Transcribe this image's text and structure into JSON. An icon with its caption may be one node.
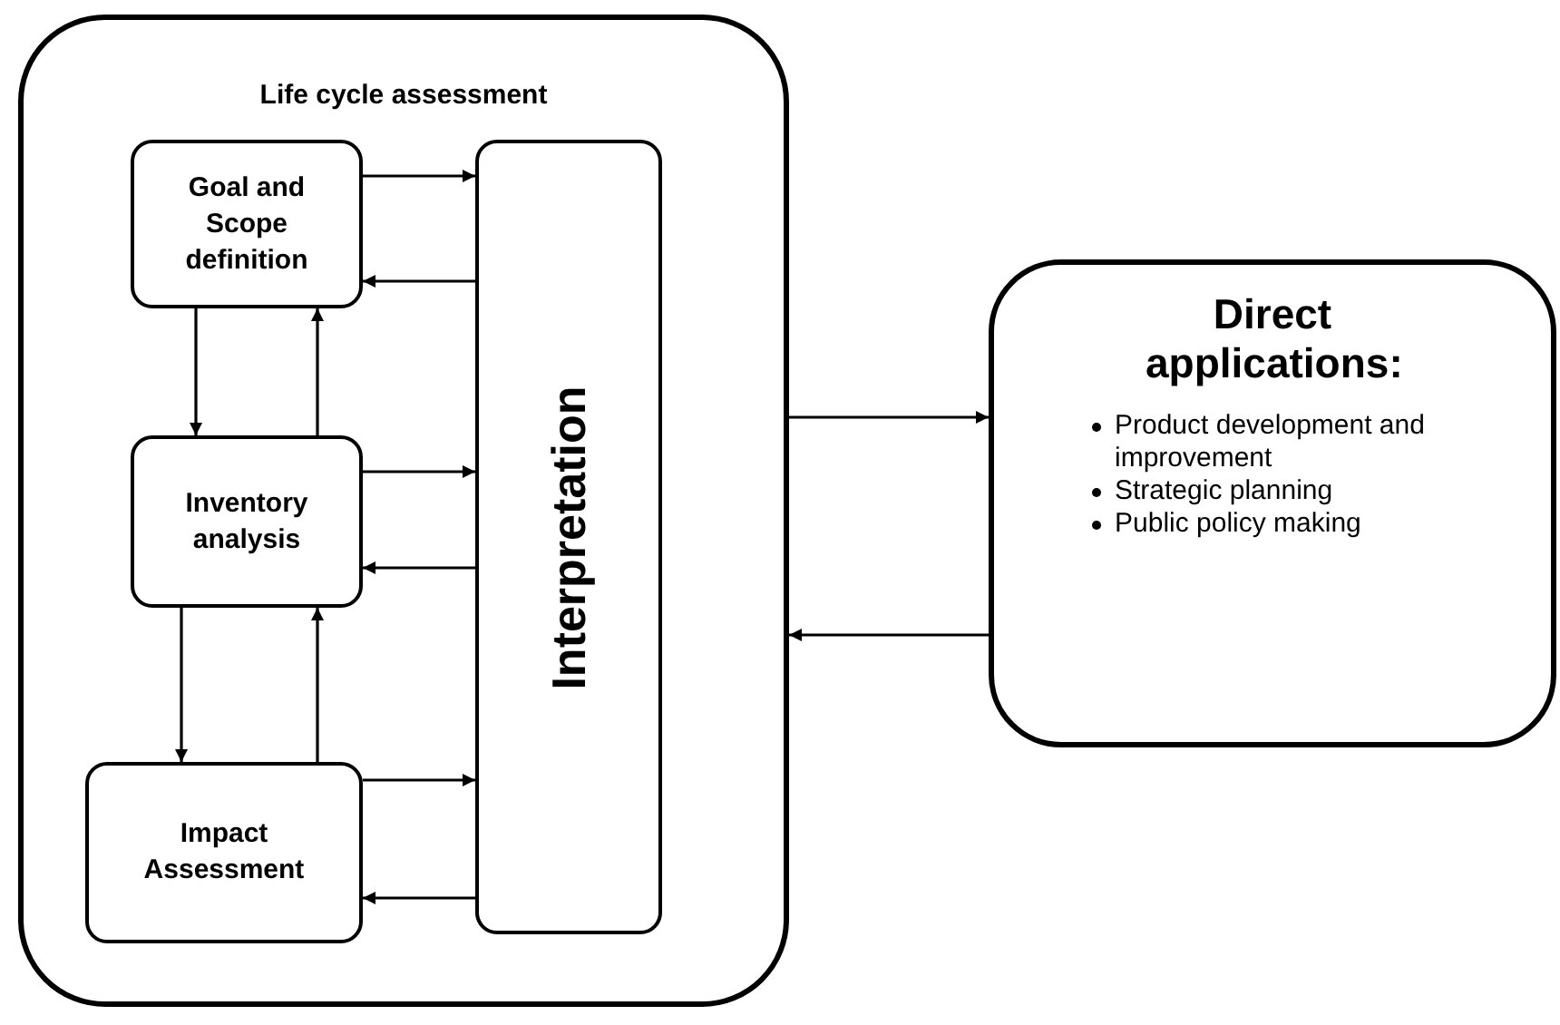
{
  "diagram": {
    "nodes": [
      {
        "text": [
          "Life cycle assessment"
        ]
      },
      {
        "text": [
          "Goal and Scope definition"
        ],
        "in": 0
      },
      {
        "text": [
          "Inventory analysis"
        ],
        "in": 0
      },
      {
        "text": [
          "Impact Assessment"
        ],
        "in": 0
      },
      {
        "text": [
          "Interpretation"
        ],
        "in": 0
      },
      {
        "text": [
          "Direct applications:",
          "Product development and improvement",
          "Strategic planning",
          "Public policy making"
        ]
      }
    ],
    "edges": [
      {
        "from": 1,
        "to": 4,
        "arrow": "to"
      },
      {
        "from": 4,
        "to": 1,
        "arrow": "to"
      },
      {
        "from": 2,
        "to": 4,
        "arrow": "to"
      },
      {
        "from": 4,
        "to": 2,
        "arrow": "to"
      },
      {
        "from": 3,
        "to": 4,
        "arrow": "to"
      },
      {
        "from": 4,
        "to": 3,
        "arrow": "to"
      },
      {
        "from": 1,
        "to": 2,
        "arrow": "to"
      },
      {
        "from": 2,
        "to": 1,
        "arrow": "to"
      },
      {
        "from": 2,
        "to": 3,
        "arrow": "to"
      },
      {
        "from": 3,
        "to": 2,
        "arrow": "to"
      },
      {
        "from": 0,
        "to": 5,
        "arrow": "to"
      },
      {
        "from": 5,
        "to": 0,
        "arrow": "to"
      }
    ]
  }
}
